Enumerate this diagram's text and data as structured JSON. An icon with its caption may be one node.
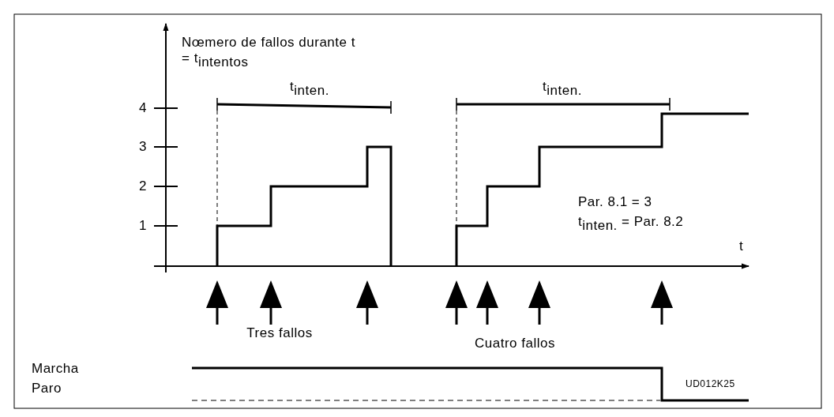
{
  "diagram": {
    "labels": [
      "Nœmero de fallos durante t = t$_{intentos}$",
      "t$_{inten.}$",
      "t$_{inten.}$",
      "4",
      "3",
      "2",
      "1",
      "Par. 8.1 = 3",
      "t$_{inten.}$ = Par. 8.2",
      "t",
      "Tres fallos",
      "Cuatro fallos",
      "Marcha",
      "UD012K25",
      "Paro"
    ]
  }
}
